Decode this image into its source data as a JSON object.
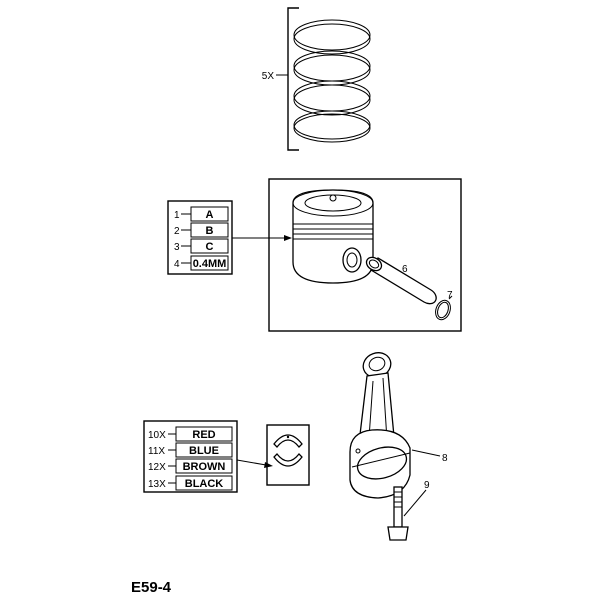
{
  "diagram": {
    "code": "E59-4",
    "rings": {
      "callout": "5X"
    },
    "piston_grades": [
      {
        "num": "1",
        "label": "A"
      },
      {
        "num": "2",
        "label": "B"
      },
      {
        "num": "3",
        "label": "C"
      },
      {
        "num": "4",
        "label": "0.4MM"
      }
    ],
    "pin_callout": "6",
    "circlip_callout": "7",
    "rod_callout": "8",
    "bolt_callout": "9",
    "bearing_colors": [
      {
        "qty": "10X",
        "label": "RED"
      },
      {
        "qty": "11X",
        "label": "BLUE"
      },
      {
        "qty": "12X",
        "label": "BROWN"
      },
      {
        "qty": "13X",
        "label": "BLACK"
      }
    ]
  }
}
